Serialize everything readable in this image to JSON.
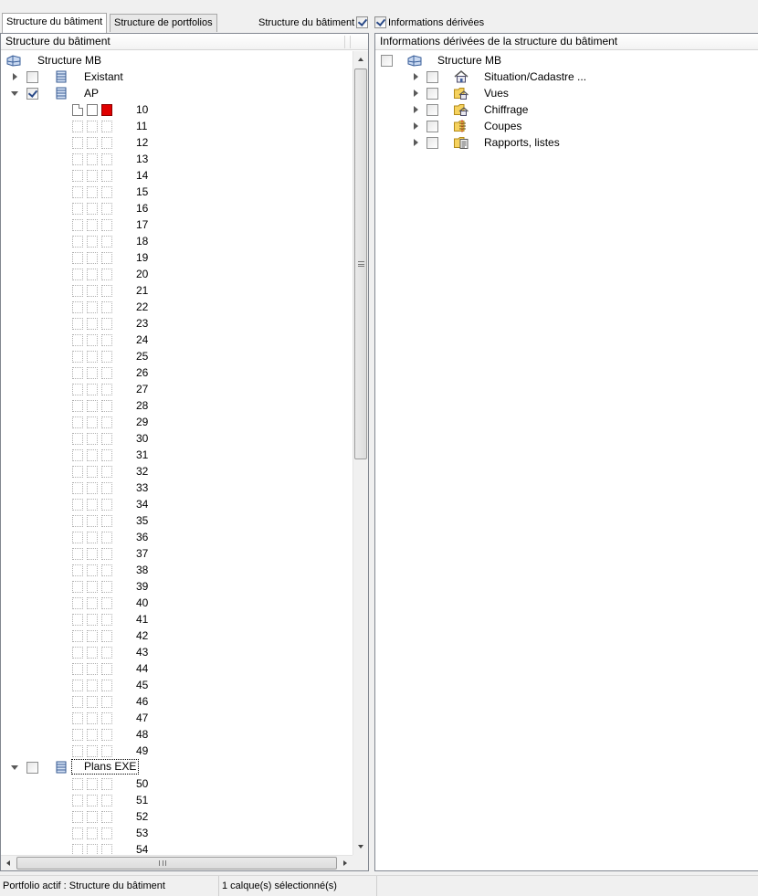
{
  "tabs": [
    {
      "label": "Structure du bâtiment",
      "active": true
    },
    {
      "label": "Structure de portfolios",
      "active": false
    }
  ],
  "toolbar": {
    "building_structure_label": "Structure du bâtiment",
    "building_structure_checked": true,
    "derived_info_label": "Informations dérivées",
    "derived_info_checked": true
  },
  "left_pane": {
    "header": "Structure du bâtiment",
    "root": {
      "label": "Structure MB",
      "icon": "building-structure-icon"
    },
    "groups": [
      {
        "label": "Existant",
        "expanded": false,
        "checked": false,
        "icon": "stack-icon"
      },
      {
        "label": "AP",
        "expanded": true,
        "checked": true,
        "icon": "stack-icon"
      },
      {
        "label": "Plans EXE",
        "expanded": true,
        "checked": false,
        "icon": "stack-icon"
      }
    ],
    "ap_layers": [
      "10",
      "11",
      "12",
      "13",
      "14",
      "15",
      "16",
      "17",
      "18",
      "19",
      "20",
      "21",
      "22",
      "23",
      "24",
      "25",
      "26",
      "27",
      "28",
      "29",
      "30",
      "31",
      "32",
      "33",
      "34",
      "35",
      "36",
      "37",
      "38",
      "39",
      "40",
      "41",
      "42",
      "43",
      "44",
      "45",
      "46",
      "47",
      "48",
      "49"
    ],
    "exe_layers": [
      "50",
      "51",
      "52",
      "53",
      "54"
    ]
  },
  "right_pane": {
    "header": "Informations dérivées de la structure du bâtiment",
    "root": {
      "label": "Structure MB",
      "icon": "building-structure-icon"
    },
    "items": [
      {
        "label": "Situation/Cadastre ...",
        "icon": "house-icon"
      },
      {
        "label": "Vues",
        "icon": "folder-house-icon"
      },
      {
        "label": "Chiffrage",
        "icon": "folder-house-icon"
      },
      {
        "label": "Coupes",
        "icon": "section-folder-icon"
      },
      {
        "label": "Rapports, listes",
        "icon": "report-folder-icon"
      }
    ]
  },
  "status": {
    "active_portfolio": "Portfolio actif : Structure du bâtiment",
    "selection": "1 calque(s) sélectionné(s)"
  }
}
